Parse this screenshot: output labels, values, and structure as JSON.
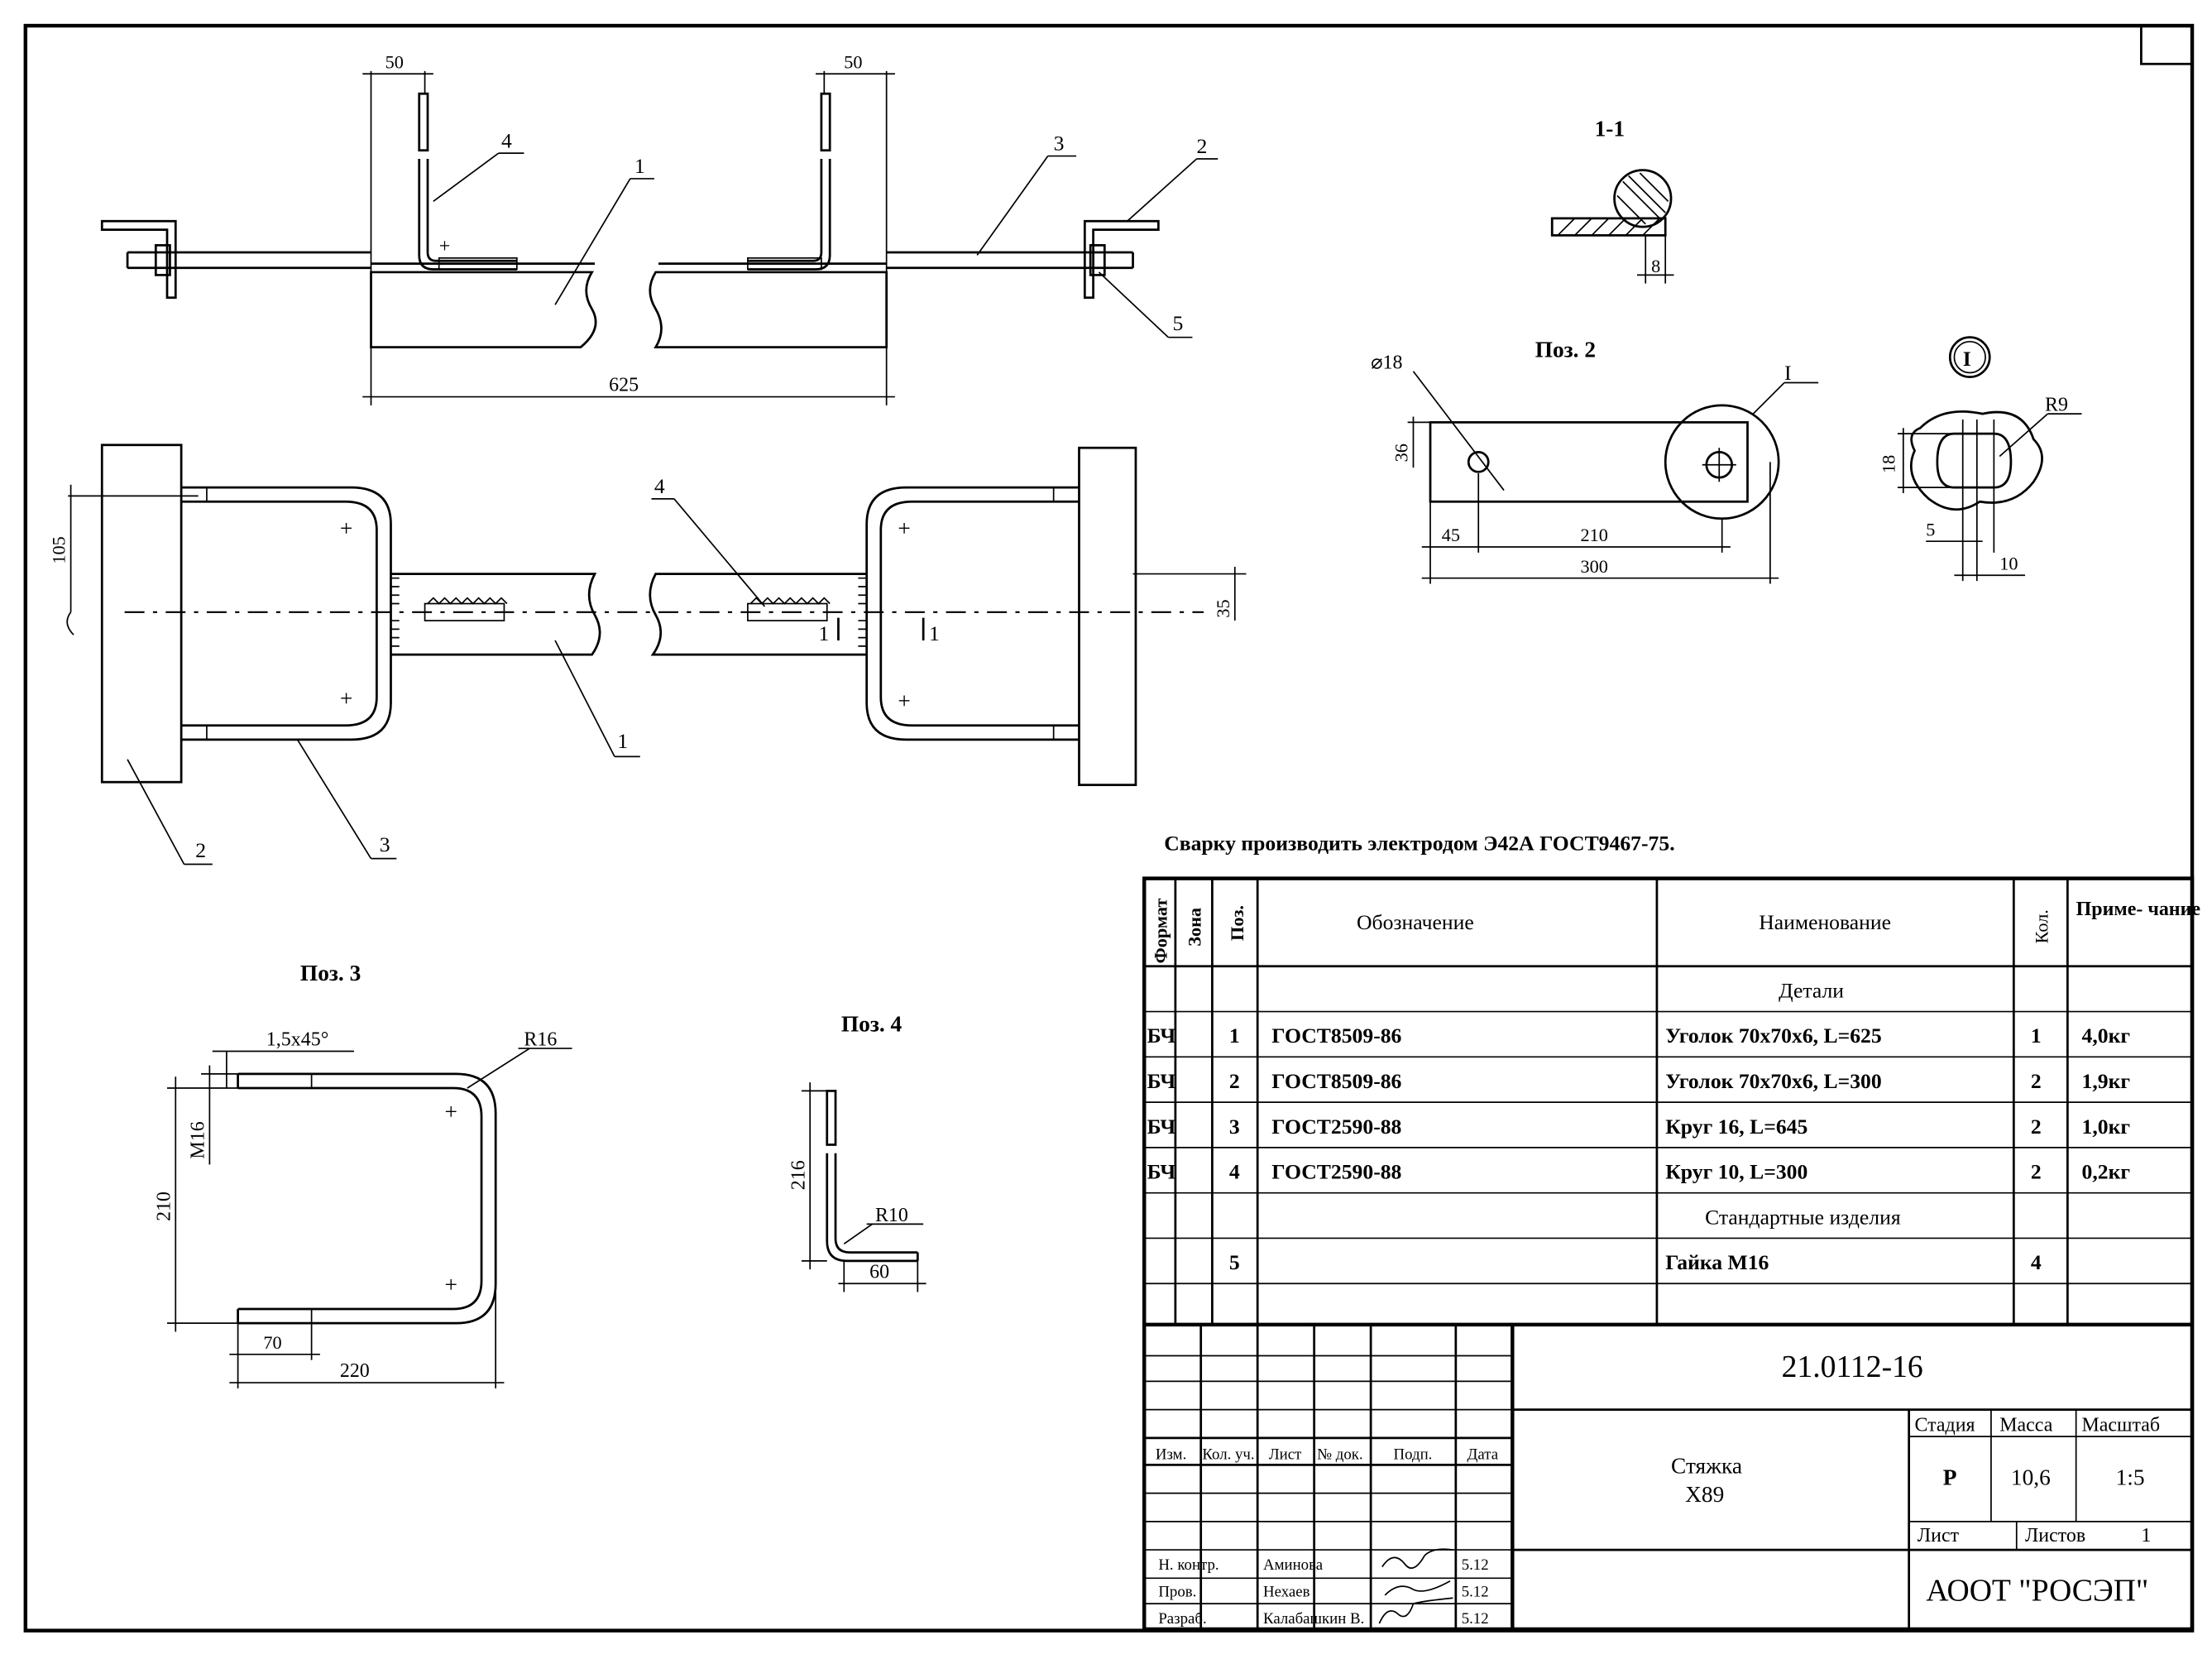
{
  "drawing": {
    "labels": {
      "section_1_1": "1-1",
      "pos2_title": "Поз. 2",
      "pos3_title": "Поз. 3",
      "pos4_title": "Поз. 4",
      "detail_mark": "I"
    },
    "dimensions": {
      "top_50_left": "50",
      "top_50_right": "50",
      "top_625": "625",
      "plan_105": "105",
      "plan_35": "35",
      "sec_8": "8",
      "p2_d18": "⌀18",
      "p2_36": "36",
      "p2_45": "45",
      "p2_210": "210",
      "p2_300": "300",
      "det_r9": "R9",
      "det_18": "18",
      "det_5": "5",
      "det_10": "10",
      "p3_chamfer": "1,5x45°",
      "p3_r16": "R16",
      "p3_m16": "M16",
      "p3_210": "210",
      "p3_70": "70",
      "p3_220": "220",
      "p4_216": "216",
      "p4_r10": "R10",
      "p4_60": "60"
    },
    "leaders": {
      "side_1": "1",
      "side_2": "2",
      "side_3": "3",
      "side_4": "4",
      "side_5": "5",
      "plan_1": "1",
      "plan_2": "2",
      "plan_3": "3",
      "plan_4": "4",
      "cut_1a": "1",
      "cut_1b": "1",
      "p2_I": "I"
    }
  },
  "note": "Сварку производить электродом Э42А ГОСТ9467-75.",
  "spec": {
    "headers": {
      "format": "Формат",
      "zone": "Зона",
      "pos": "Поз.",
      "designation": "Обозначение",
      "name": "Наименование",
      "qty": "Кол.",
      "note": "Приме- чание"
    },
    "section_details": "Детали",
    "section_standard": "Стандартные изделия",
    "rows": [
      {
        "format": "БЧ",
        "pos": "1",
        "designation": "ГОСТ8509-86",
        "name": "Уголок 70x70x6, L=625",
        "qty": "1",
        "note": "4,0кг"
      },
      {
        "format": "БЧ",
        "pos": "2",
        "designation": "ГОСТ8509-86",
        "name": "Уголок 70x70x6, L=300",
        "qty": "2",
        "note": "1,9кг"
      },
      {
        "format": "БЧ",
        "pos": "3",
        "designation": "ГОСТ2590-88",
        "name": "Круг 16, L=645",
        "qty": "2",
        "note": "1,0кг"
      },
      {
        "format": "БЧ",
        "pos": "4",
        "designation": "ГОСТ2590-88",
        "name": "Круг 10, L=300",
        "qty": "2",
        "note": "0,2кг"
      },
      {
        "format": "",
        "pos": "5",
        "designation": "",
        "name": "Гайка М16",
        "qty": "4",
        "note": ""
      }
    ]
  },
  "title_block": {
    "doc_number": "21.0112-16",
    "title_line1": "Стяжка",
    "title_line2": "Х89",
    "stage_label": "Стадия",
    "mass_label": "Масса",
    "scale_label": "Масштаб",
    "stage": "Р",
    "mass": "10,6",
    "scale": "1:5",
    "sheet_label": "Лист",
    "sheets_label": "Листов",
    "sheets": "1",
    "org": "АООТ \"РОСЭП\"",
    "revision_headers": [
      "Изм.",
      "Кол. уч.",
      "Лист",
      "№ док.",
      "Подп.",
      "Дата"
    ],
    "roles": [
      {
        "role": "Н. контр.",
        "name": "Аминова",
        "date": "5.12"
      },
      {
        "role": "Пров.",
        "name": "Нехаев",
        "date": "5.12"
      },
      {
        "role": "Разраб.",
        "name": "Калабашкин В.",
        "date": "5.12"
      }
    ]
  }
}
